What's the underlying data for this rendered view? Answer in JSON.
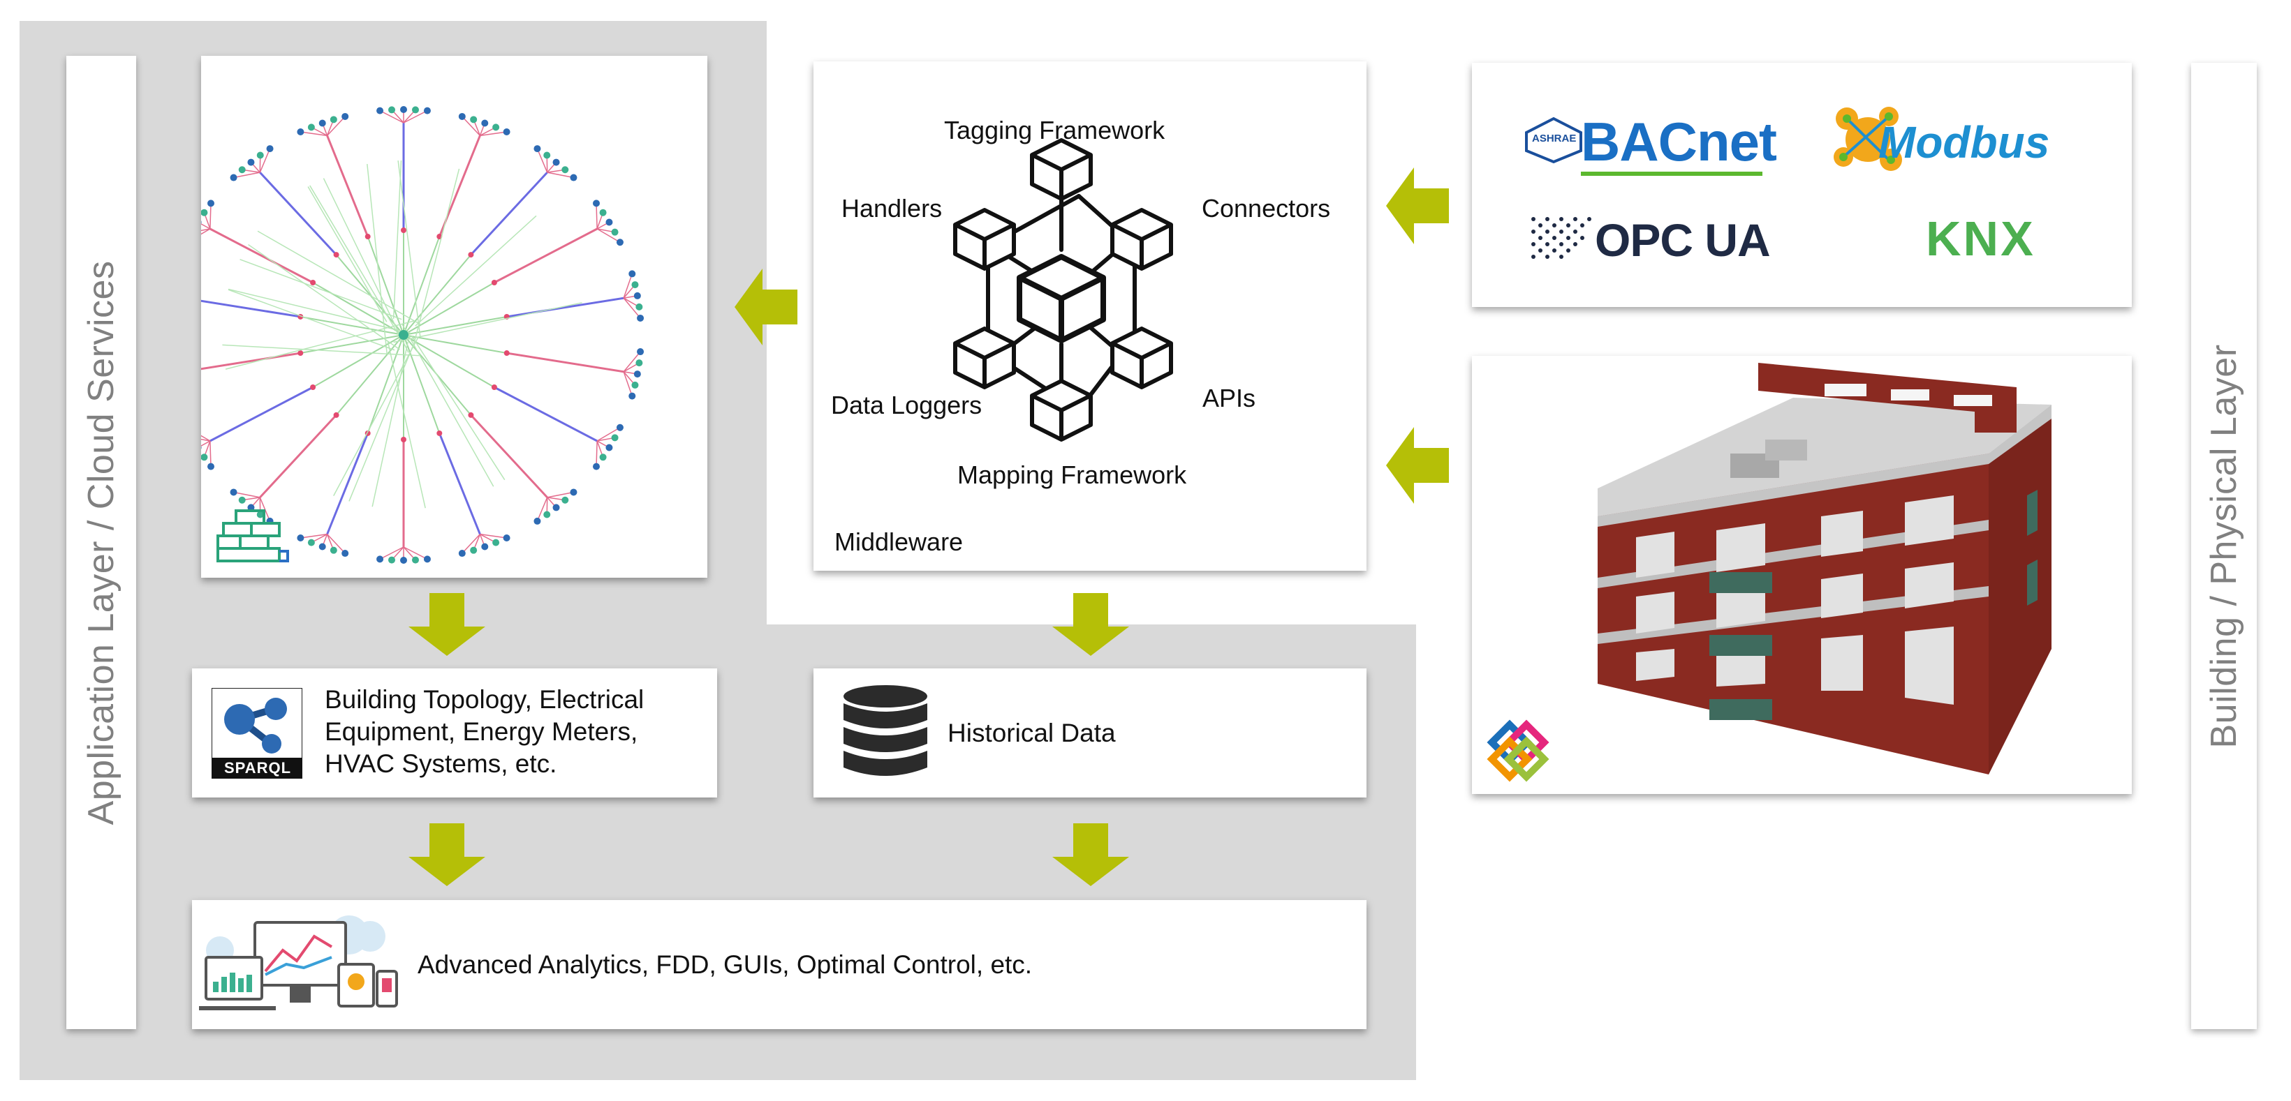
{
  "layers": {
    "application": "Application Layer / Cloud Services",
    "building": "Building / Physical Layer"
  },
  "middleware": {
    "title": "Middleware",
    "tagging": "Tagging Framework",
    "handlers": "Handlers",
    "connectors": "Connectors",
    "data_loggers": "Data Loggers",
    "apis": "APIs",
    "mapping": "Mapping Framework"
  },
  "protocols": {
    "bacnet": "BACnet",
    "bacnet_badge": "ASHRAE",
    "modbus": "Modbus",
    "opcua": "OPC UA",
    "knx": "KNX"
  },
  "boxes": {
    "topology": "Building Topology, Electrical Equipment, Energy Meters, HVAC Systems, etc.",
    "sparql_label": "SPARQL",
    "historical": "Historical Data",
    "analytics": "Advanced Analytics, FDD, GUIs, Optimal Control, etc."
  },
  "colors": {
    "arrow": "#b5bf07",
    "panel": "#d9d9d9",
    "bacnet_blue": "#1a6fc4",
    "bacnet_green": "#5cb82e",
    "modbus_orange": "#f2a71b",
    "modbus_blue": "#1d8fd1",
    "knx_green": "#4caf50",
    "brick_red": "#8a2a21",
    "window_green": "#3f6b5e"
  }
}
